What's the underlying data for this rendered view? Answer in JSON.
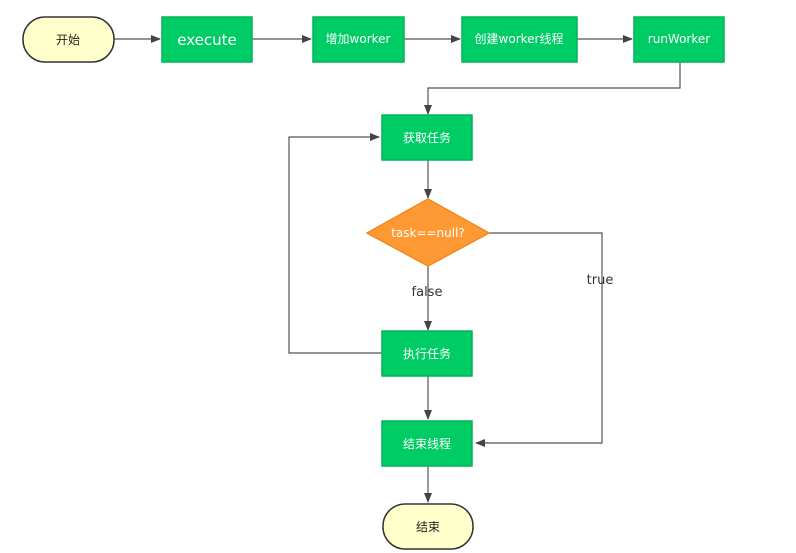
{
  "colors": {
    "terminal_fill": "#FFFFCC",
    "terminal_stroke": "#333333",
    "process_fill": "#00CC66",
    "process_stroke": "#00B359",
    "decision_fill": "#FF9933",
    "decision_stroke": "#F08A1F",
    "edge": "#555555"
  },
  "nodes": {
    "start": "开始",
    "execute": "execute",
    "add_worker": "增加worker",
    "create_thread": "创建worker线程",
    "run_worker": "runWorker",
    "get_task": "获取任务",
    "decision": "task==null?",
    "run_task": "执行任务",
    "end_thread": "结束线程",
    "end": "结束"
  },
  "edges": {
    "false_label": "false",
    "true_label": "true"
  }
}
